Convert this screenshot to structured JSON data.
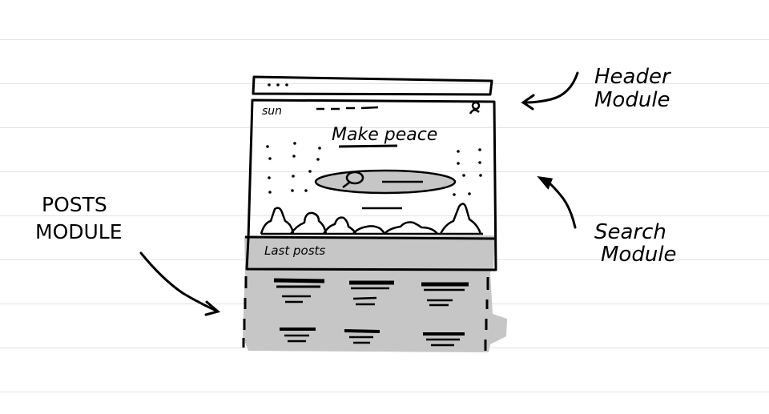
{
  "wireframe": {
    "logo": "sun",
    "headline": "Make peace",
    "posts_heading": "Last posts"
  },
  "annotations": {
    "header_module": [
      "Header",
      "Module"
    ],
    "search_module": [
      "Search",
      "Module"
    ],
    "posts_module": [
      "POSTS",
      "MODULE"
    ]
  },
  "colors": {
    "ink": "#000000",
    "shading": "#c6c6c6",
    "ruled_line": "#e4e4e4",
    "paper": "#ffffff"
  },
  "icons": [
    "search-icon",
    "user-icon",
    "arrow-icon"
  ]
}
